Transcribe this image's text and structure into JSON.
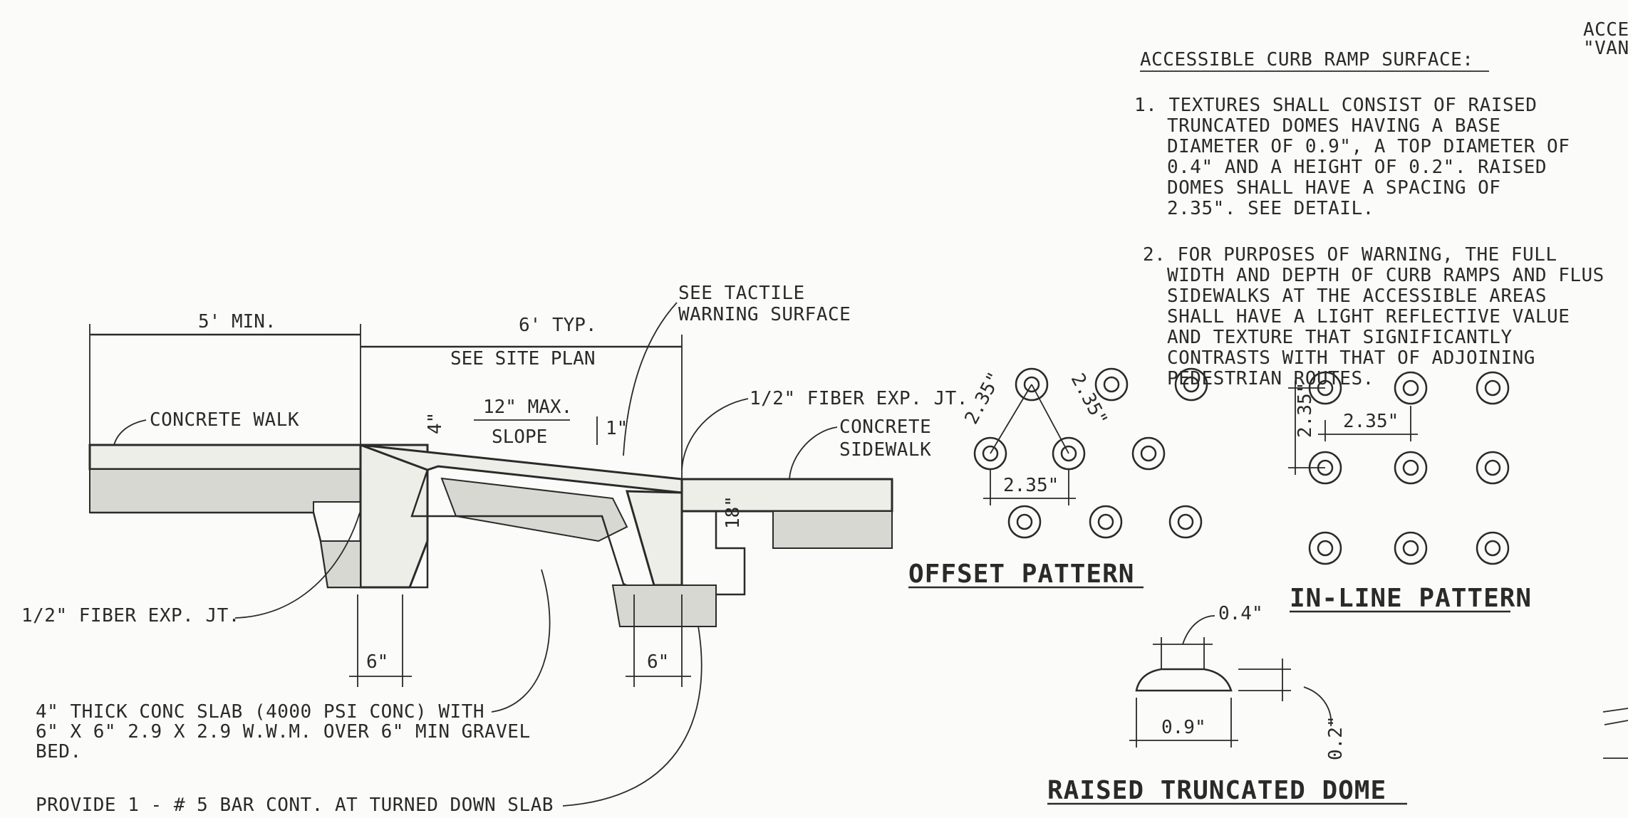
{
  "corner_text": {
    "line1": "ACCE",
    "line2": "\"VAN"
  },
  "notes": {
    "heading": "ACCESSIBLE CURB RAMP SURFACE:",
    "items": [
      "1. TEXTURES SHALL CONSIST OF RAISED",
      "TRUNCATED DOMES HAVING A BASE",
      "DIAMETER OF 0.9\", A TOP DIAMETER OF",
      "0.4\" AND A HEIGHT OF 0.2\". RAISED",
      "DOMES SHALL HAVE A SPACING OF",
      "2.35\". SEE DETAIL.",
      "2. FOR PURPOSES OF WARNING, THE FULL",
      "WIDTH AND DEPTH OF CURB RAMPS AND FLUS",
      "SIDEWALKS AT THE ACCESSIBLE AREAS",
      "SHALL HAVE A LIGHT REFLECTIVE VALUE",
      "AND TEXTURE THAT SIGNIFICANTLY",
      "CONTRASTS WITH THAT OF ADJOINING",
      "PEDESTRIAN ROUTES."
    ]
  },
  "section": {
    "dim_5min": "5' MIN.",
    "dim_6typ": "6' TYP.",
    "see_site_plan": "SEE SITE PLAN",
    "see_tactile_1": "SEE TACTILE",
    "see_tactile_2": "WARNING SURFACE",
    "concrete_walk": "CONCRETE WALK",
    "max_12": "12\" MAX.",
    "slope": "SLOPE",
    "dim_4": "4\"",
    "dim_1": "1\"",
    "fiber_jt_right": "1/2\" FIBER EXP. JT.",
    "concrete_sidewalk_1": "CONCRETE",
    "concrete_sidewalk_2": "SIDEWALK",
    "dim_18": "18\"",
    "fiber_jt_left": "1/2\" FIBER EXP. JT.",
    "dim_6a": "6\"",
    "dim_6b": "6\"",
    "slab_note_1": "4\" THICK CONC SLAB (4000 PSI CONC) WITH",
    "slab_note_2": "6\" X 6\" 2.9 X 2.9 W.W.M. OVER 6\" MIN GRAVEL",
    "slab_note_3": "BED.",
    "bar_note": "PROVIDE 1 - # 5 BAR CONT. AT TURNED DOWN SLAB"
  },
  "offset_pattern": {
    "title": "OFFSET PATTERN",
    "dim_a": "2.35\"",
    "dim_b": "2.35\"",
    "dim_c": "2.35\""
  },
  "inline_pattern": {
    "title": "IN-LINE PATTERN",
    "dim_h": "2.35\"",
    "dim_v": "2.35\""
  },
  "dome_detail": {
    "title": "RAISED TRUNCATED DOME",
    "top": "0.4\"",
    "base": "0.9\"",
    "height": "0.2\""
  }
}
